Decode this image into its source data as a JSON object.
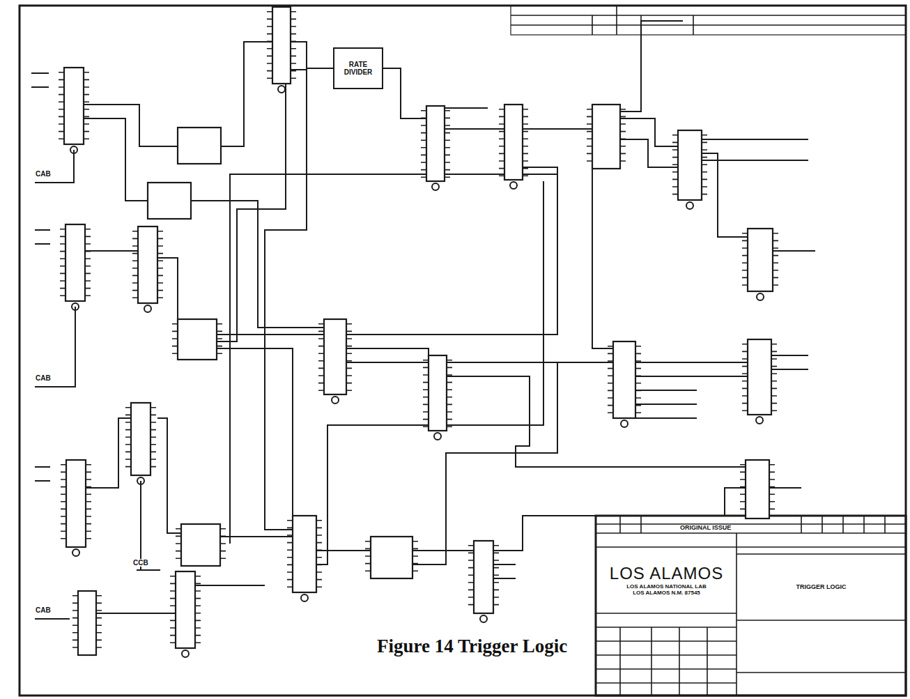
{
  "diagram": {
    "caption": "Figure 14 Trigger Logic",
    "nodes": [
      {
        "text": [
          "RATE DIVIDER"
        ]
      },
      {
        "text": [
          "LOS ALAMOS",
          "LOS ALAMOS NATIONAL LAB",
          "LOS ALAMOS N.M. 87545"
        ]
      },
      {
        "text": [
          "TRIGGER LOGIC"
        ]
      }
    ],
    "labels": [
      "CAB",
      "CAB",
      "CCB",
      "CAB",
      "ORIGINAL ISSUE"
    ]
  }
}
